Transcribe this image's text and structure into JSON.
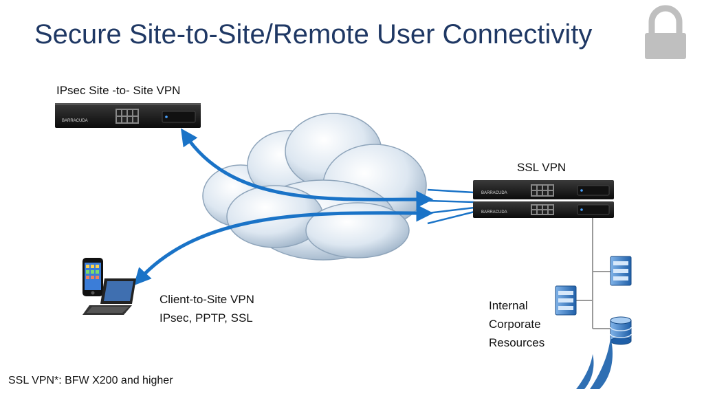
{
  "slide": {
    "title": "Secure Site-to-Site/Remote User Connectivity",
    "footnote": "SSL VPN*: BFW X200 and higher"
  },
  "diagram": {
    "ipsec_label": "IPsec Site -to- Site VPN",
    "ssl_label": "SSL VPN",
    "client_label_line1": "Client-to-Site VPN",
    "client_label_line2": "IPsec, PPTP, SSL",
    "resources_label_line1": "Internal",
    "resources_label_line2": "Corporate",
    "resources_label_line3": "Resources",
    "device_brand": "BARRACUDA",
    "icons": [
      "lock-icon",
      "cloud-icon",
      "firewall-appliance-icon",
      "smartphone-icon",
      "laptop-icon",
      "server-icon",
      "database-icon",
      "barracuda-logo-icon"
    ],
    "colors": {
      "title": "#1f3864",
      "arrow": "#1a73c7",
      "cloud": "#c7d7e8",
      "lock": "#bfbfbf",
      "logo": "#2f6fb3"
    }
  }
}
